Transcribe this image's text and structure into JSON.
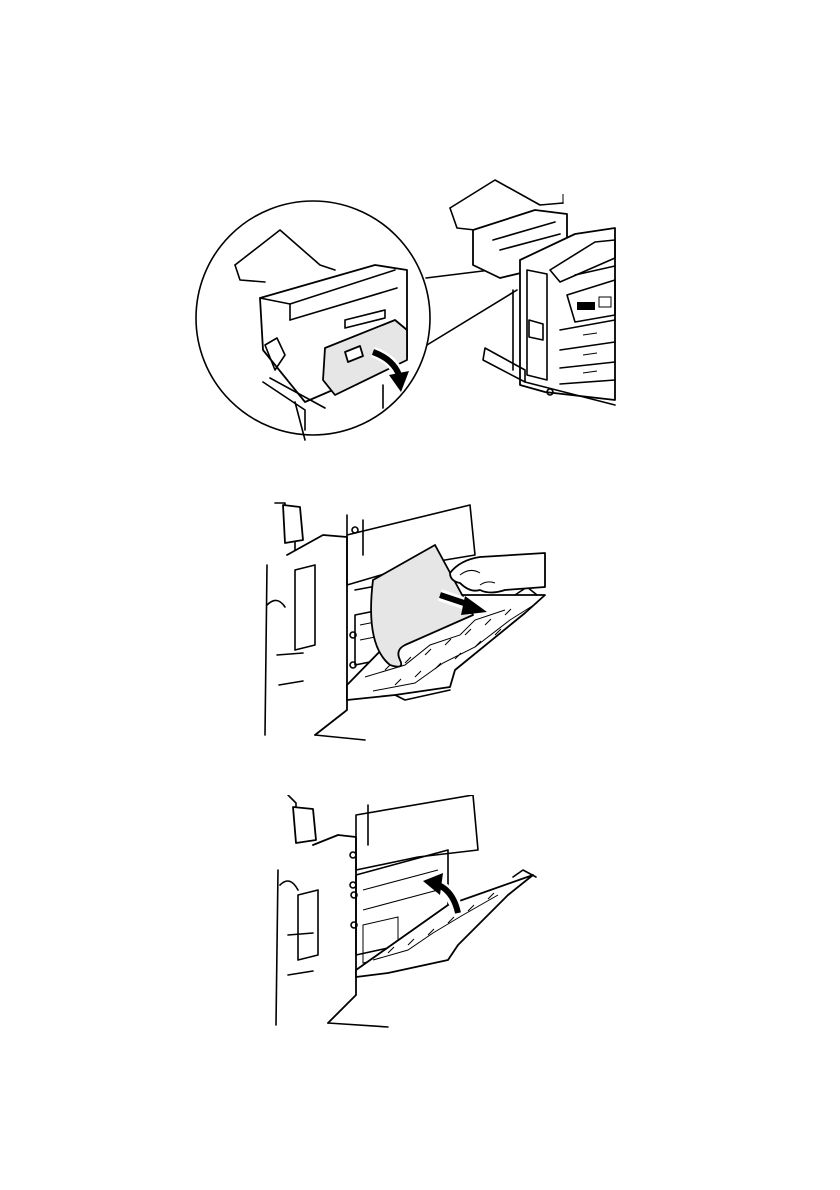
{
  "page": {
    "background": "#ffffff",
    "ink_color": "#000000",
    "paper_highlight_color": "#e6e6e6"
  },
  "illustrations": [
    {
      "id": "fig-open-duplex-cover",
      "icon": "open-cover-arrow-icon"
    },
    {
      "id": "fig-remove-jammed-paper",
      "icon": "pull-paper-arrow-icon"
    },
    {
      "id": "fig-close-side-cover",
      "icon": "close-cover-arrow-icon"
    }
  ]
}
